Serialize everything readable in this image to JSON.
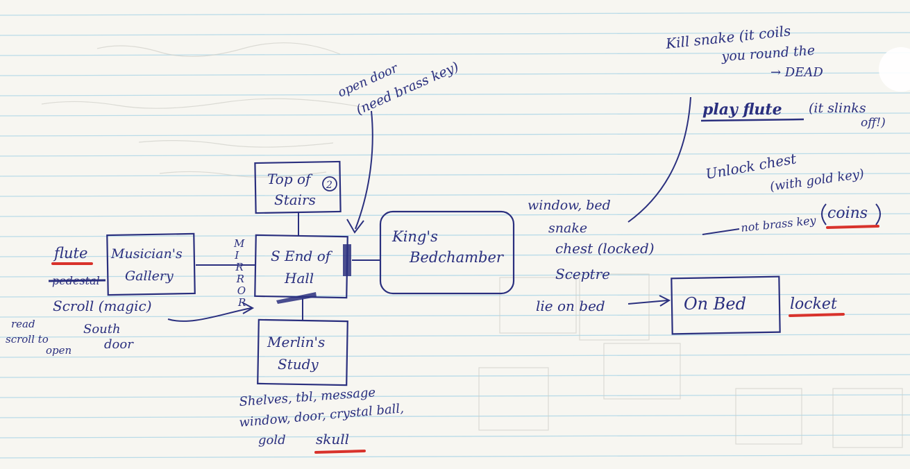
{
  "colors": {
    "paper": "#f7f6f1",
    "rule_line": "#b9dbe8",
    "ink": "#2a2f7e",
    "highlight": "#d8322b",
    "pencil": "#c9c9c2"
  },
  "rooms": {
    "top_of_stairs": {
      "line1": "Top of",
      "line2": "Stairs",
      "badge": "2"
    },
    "s_end_of_hall": {
      "line1": "S End of",
      "line2": "Hall"
    },
    "musicians_gallery": {
      "line1": "Musician's",
      "line2": "Gallery"
    },
    "kings_bedchamber": {
      "line1": "King's",
      "line2": "Bedchamber"
    },
    "merlins_study": {
      "line1": "Merlin's",
      "line2": "Study"
    },
    "on_bed": {
      "line1": "On Bed"
    }
  },
  "labels": {
    "mirror_letters": [
      "M",
      "I",
      "R",
      "R",
      "O",
      "R"
    ],
    "flute": "flute",
    "crossed_out": "pedestal",
    "scroll": "Scroll (magic)",
    "read_scroll_1": "read",
    "read_scroll_2": "scroll to",
    "read_scroll_3": "open",
    "south_door_1": "South",
    "south_door_2": "door",
    "open_door_1": "open door",
    "open_door_2": "(need brass key)",
    "bedchamber_items_1": "window, bed",
    "bedchamber_items_2": "snake",
    "bedchamber_items_3": "chest (locked)",
    "bedchamber_items_4": "Sceptre",
    "lie_on_bed": "lie on bed",
    "locket": "locket",
    "kill_snake_1": "Kill snake (it coils",
    "kill_snake_2": "you round the",
    "kill_snake_3": "→ DEAD",
    "play_flute_1": "play flute",
    "play_flute_2": "(it slinks",
    "play_flute_3": "off!)",
    "unlock_chest_1": "Unlock chest",
    "unlock_chest_2": "(with gold key)",
    "not_brass_key": "not brass key",
    "coins": "coins",
    "study_items_1": "Shelves, tbl, message",
    "study_items_2": "window, door, crystal ball,",
    "study_items_3": "gold",
    "skull": "skull"
  }
}
